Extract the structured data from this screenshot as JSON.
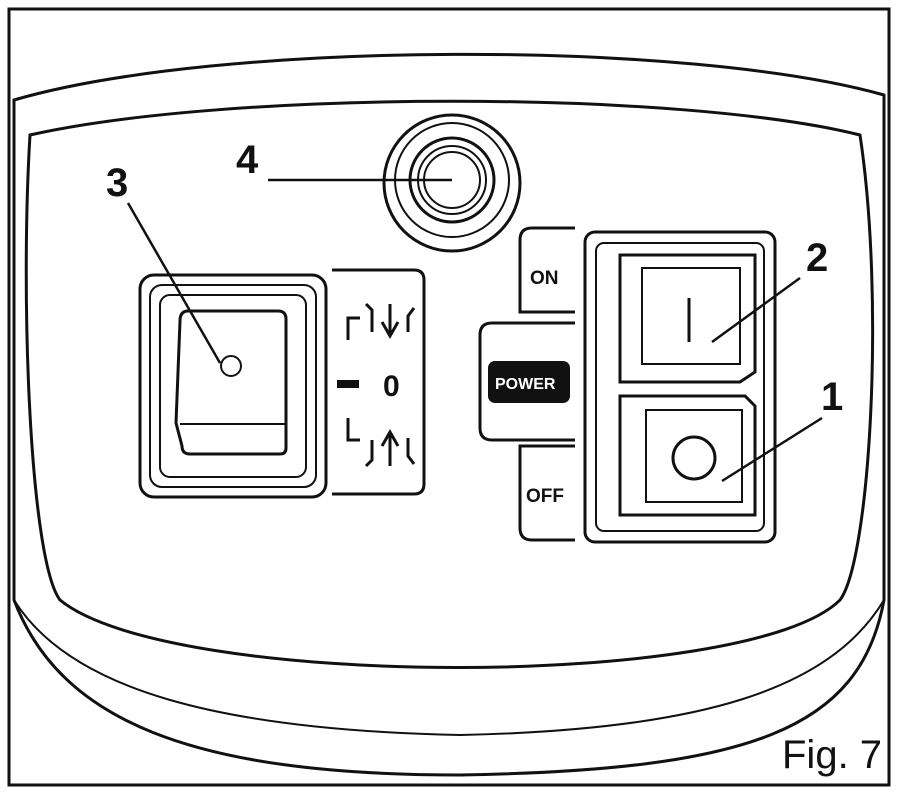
{
  "figure": {
    "caption": "Fig. 7"
  },
  "callouts": {
    "one": "1",
    "two": "2",
    "three": "3",
    "four": "4"
  },
  "power_switch": {
    "on_label": "ON",
    "off_label": "OFF",
    "power_label": "POWER",
    "on_symbol": "I",
    "off_symbol": "O"
  },
  "direction_switch": {
    "stop_label": "0"
  },
  "colors": {
    "line": "#111111",
    "background": "#ffffff",
    "power_badge": "#111111"
  }
}
